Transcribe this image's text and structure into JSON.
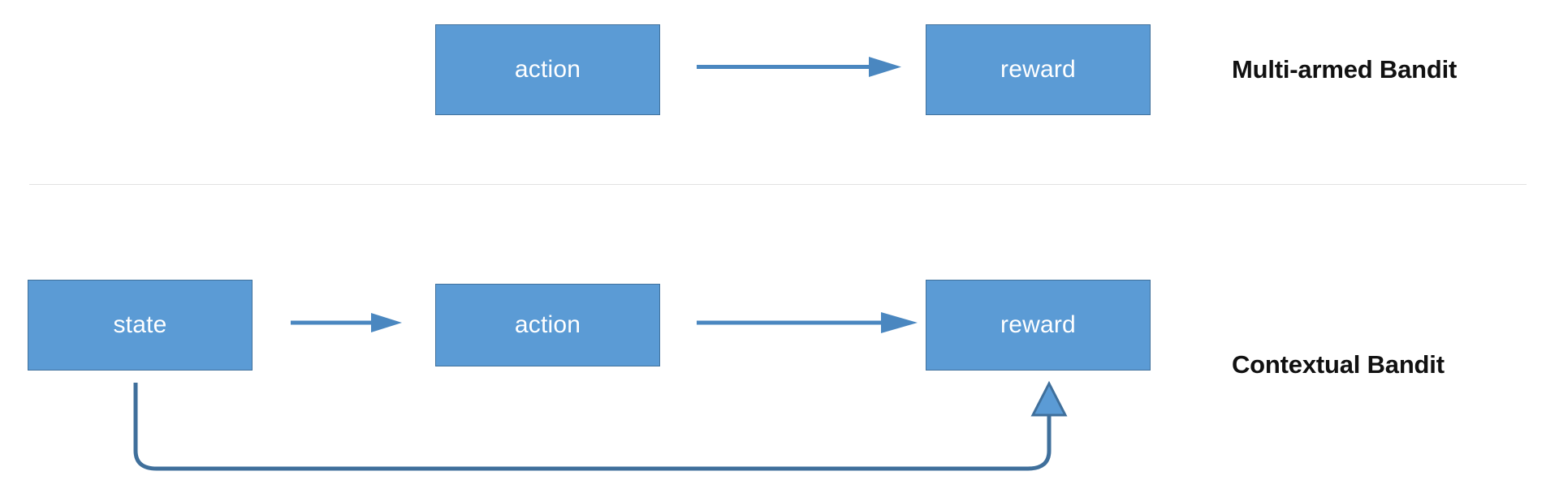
{
  "diagram": {
    "title_row_1": "Multi-armed Bandit",
    "title_row_2": "Contextual Bandit",
    "colors": {
      "node_fill": "#5B9BD5",
      "node_border": "#41719C",
      "node_text": "#FFFFFF",
      "arrow": "#4A87C0",
      "feedback_arrow": "#3F6F9B",
      "caption_text": "#111111",
      "divider": "#E2E2E2",
      "background": "#FFFFFF"
    },
    "rows": [
      {
        "id": "multi-armed-bandit",
        "caption": "Multi-armed Bandit",
        "nodes": [
          {
            "id": "action-top",
            "label": "action"
          },
          {
            "id": "reward-top",
            "label": "reward"
          }
        ],
        "edges": [
          {
            "id": "action-to-reward-top",
            "from": "action",
            "to": "reward",
            "style": "straight-arrow"
          }
        ]
      },
      {
        "id": "contextual-bandit",
        "caption": "Contextual Bandit",
        "nodes": [
          {
            "id": "state",
            "label": "state"
          },
          {
            "id": "action-bottom",
            "label": "action"
          },
          {
            "id": "reward-bottom",
            "label": "reward"
          }
        ],
        "edges": [
          {
            "id": "state-to-action",
            "from": "state",
            "to": "action",
            "style": "straight-arrow"
          },
          {
            "id": "action-to-reward-bottom",
            "from": "action",
            "to": "reward",
            "style": "straight-arrow"
          },
          {
            "id": "state-to-reward-feedback",
            "from": "state",
            "to": "reward",
            "style": "rounded-elbow-arrow"
          }
        ]
      }
    ]
  }
}
